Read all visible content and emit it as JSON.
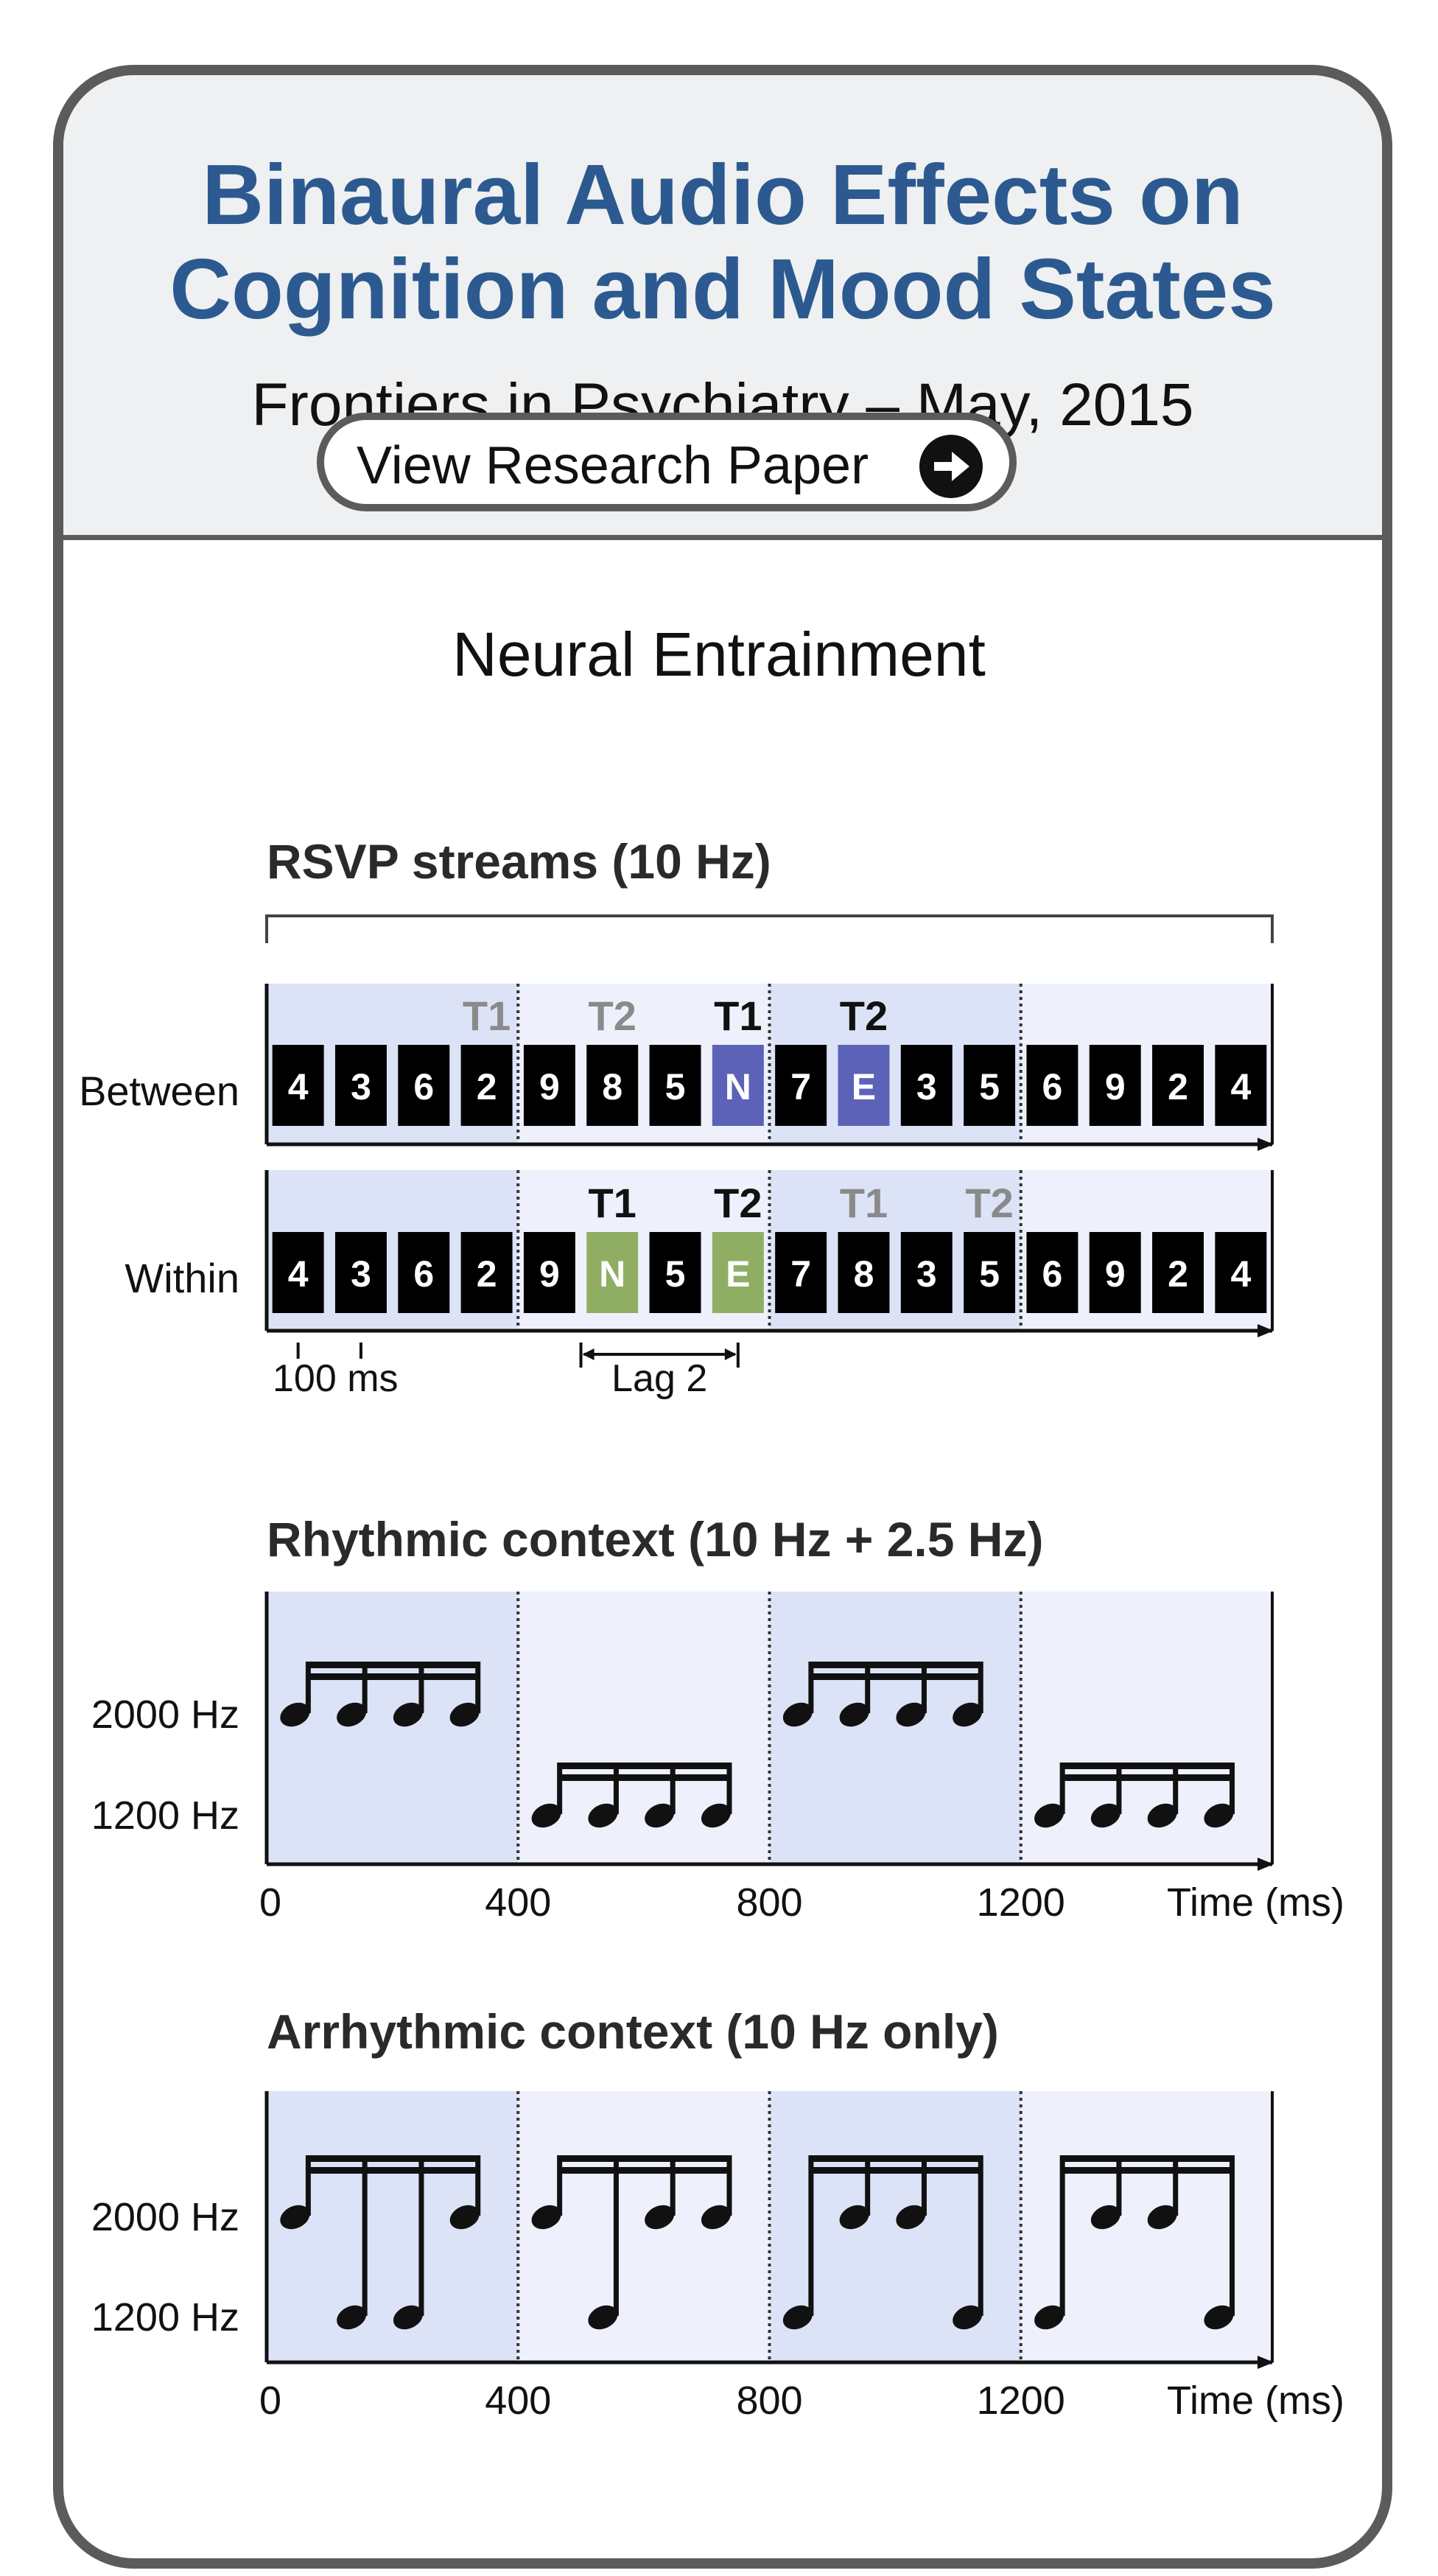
{
  "header": {
    "title_line1": "Binaural Audio Effects on",
    "title_line2": "Cognition and Mood States",
    "subtitle": "Frontiers in Psychiatry – May, 2015",
    "button_label": "View Research Paper",
    "button_icon": "arrow-right-circle-icon"
  },
  "figure": {
    "section_title": "Neural Entrainment",
    "rsvp": {
      "heading": "RSVP streams (10 Hz)",
      "rows": [
        {
          "label": "Between",
          "digits": [
            "4",
            "3",
            "6",
            "2",
            "9",
            "8",
            "5",
            "N",
            "7",
            "E",
            "3",
            "5",
            "6",
            "9",
            "2",
            "4"
          ],
          "highlights": [
            {
              "index": 7,
              "color": "#5b62b8"
            },
            {
              "index": 9,
              "color": "#5b62b8"
            }
          ],
          "markers": [
            {
              "text": "T1",
              "index": 3,
              "color": "#8a8a8a"
            },
            {
              "text": "T2",
              "index": 5,
              "color": "#8a8a8a"
            },
            {
              "text": "T1",
              "index": 7,
              "color": "#111111"
            },
            {
              "text": "T2",
              "index": 9,
              "color": "#111111"
            }
          ]
        },
        {
          "label": "Within",
          "digits": [
            "4",
            "3",
            "6",
            "2",
            "9",
            "N",
            "5",
            "E",
            "7",
            "8",
            "3",
            "5",
            "6",
            "9",
            "2",
            "4"
          ],
          "highlights": [
            {
              "index": 5,
              "color": "#8fae63"
            },
            {
              "index": 7,
              "color": "#8fae63"
            }
          ],
          "markers": [
            {
              "text": "T1",
              "index": 5,
              "color": "#111111"
            },
            {
              "text": "T2",
              "index": 7,
              "color": "#111111"
            },
            {
              "text": "T1",
              "index": 9,
              "color": "#8a8a8a"
            },
            {
              "text": "T2",
              "index": 11,
              "color": "#8a8a8a"
            }
          ]
        }
      ],
      "annotation_interval": "100 ms",
      "annotation_lag": "Lag 2"
    },
    "rhythmic": {
      "heading": "Rhythmic context (10 Hz + 2.5 Hz)",
      "high_label": "2000 Hz",
      "low_label": "1200 Hz",
      "pitches": [
        "H",
        "H",
        "H",
        "H",
        "L",
        "L",
        "L",
        "L",
        "H",
        "H",
        "H",
        "H",
        "L",
        "L",
        "L",
        "L"
      ]
    },
    "arrhythmic": {
      "heading": "Arrhythmic context (10 Hz only)",
      "high_label": "2000 Hz",
      "low_label": "1200 Hz",
      "pitches": [
        "H",
        "L",
        "L",
        "H",
        "H",
        "L",
        "H",
        "H",
        "L",
        "H",
        "H",
        "L",
        "L",
        "H",
        "H",
        "L"
      ]
    },
    "time_ticks": [
      "0",
      "400",
      "800",
      "1200"
    ],
    "time_label": "Time (ms)",
    "colors": {
      "shade_dark": "#dce3f7",
      "shade_light": "#eef1fb",
      "stroke": "#111111"
    }
  }
}
